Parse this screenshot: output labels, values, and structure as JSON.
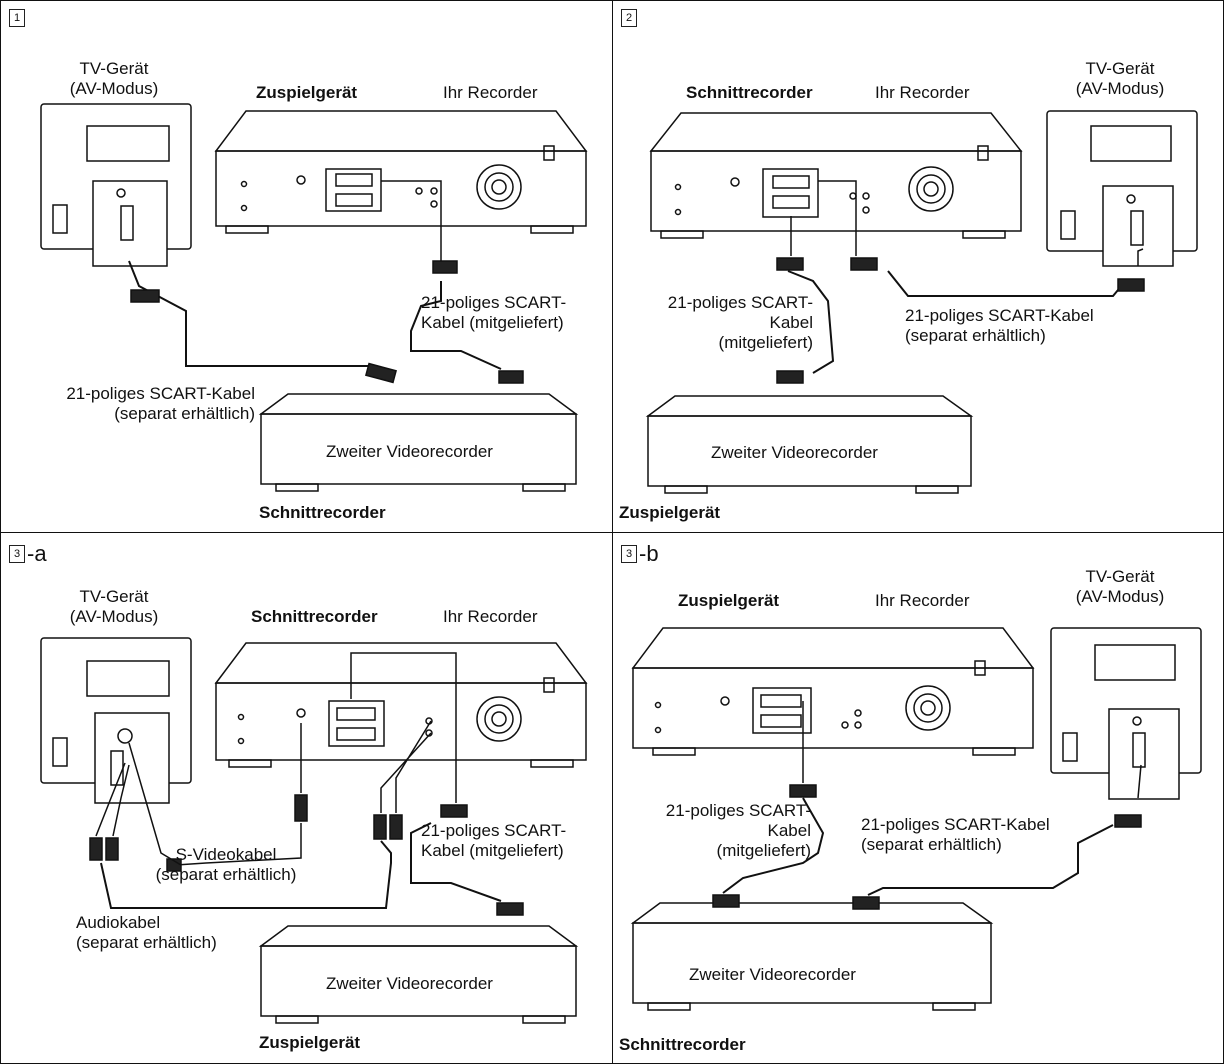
{
  "panels": [
    {
      "number": "1",
      "suffix": "",
      "tv_label": "TV-Gerät\n(AV-Modus)",
      "source_label": "Zuspielgerät",
      "recorder_label": "Ihr Recorder",
      "cable_a_label": "21-poliges SCART-\nKabel (mitgeliefert)",
      "cable_b_label": "21-poliges SCART-Kabel\n(separat erhältlich)",
      "second_vcr_label": "Zweiter Videorecorder",
      "bottom_label": "Schnittrecorder"
    },
    {
      "number": "2",
      "suffix": "",
      "tv_label": "TV-Gerät\n(AV-Modus)",
      "source_label": "Schnittrecorder",
      "recorder_label": "Ihr Recorder",
      "cable_a_label": "21-poliges SCART-\nKabel\n(mitgeliefert)",
      "cable_b_label": "21-poliges SCART-Kabel\n(separat erhältlich)",
      "second_vcr_label": "Zweiter Videorecorder",
      "bottom_label": "Zuspielgerät"
    },
    {
      "number": "3",
      "suffix": "-a",
      "tv_label": "TV-Gerät\n(AV-Modus)",
      "source_label": "Schnittrecorder",
      "recorder_label": "Ihr Recorder",
      "cable_a_label": "21-poliges SCART-\nKabel (mitgeliefert)",
      "svideo_label": "S-Videokabel\n(separat erhältlich)",
      "audio_label": "Audiokabel\n(separat erhältlich)",
      "second_vcr_label": "Zweiter Videorecorder",
      "bottom_label": "Zuspielgerät"
    },
    {
      "number": "3",
      "suffix": "-b",
      "tv_label": "TV-Gerät\n(AV-Modus)",
      "source_label": "Zuspielgerät",
      "recorder_label": "Ihr Recorder",
      "cable_a_label": "21-poliges SCART-\nKabel\n(mitgeliefert)",
      "cable_b_label": "21-poliges SCART-Kabel\n(separat erhältlich)",
      "second_vcr_label": "Zweiter Videorecorder",
      "bottom_label": "Schnittrecorder"
    }
  ]
}
